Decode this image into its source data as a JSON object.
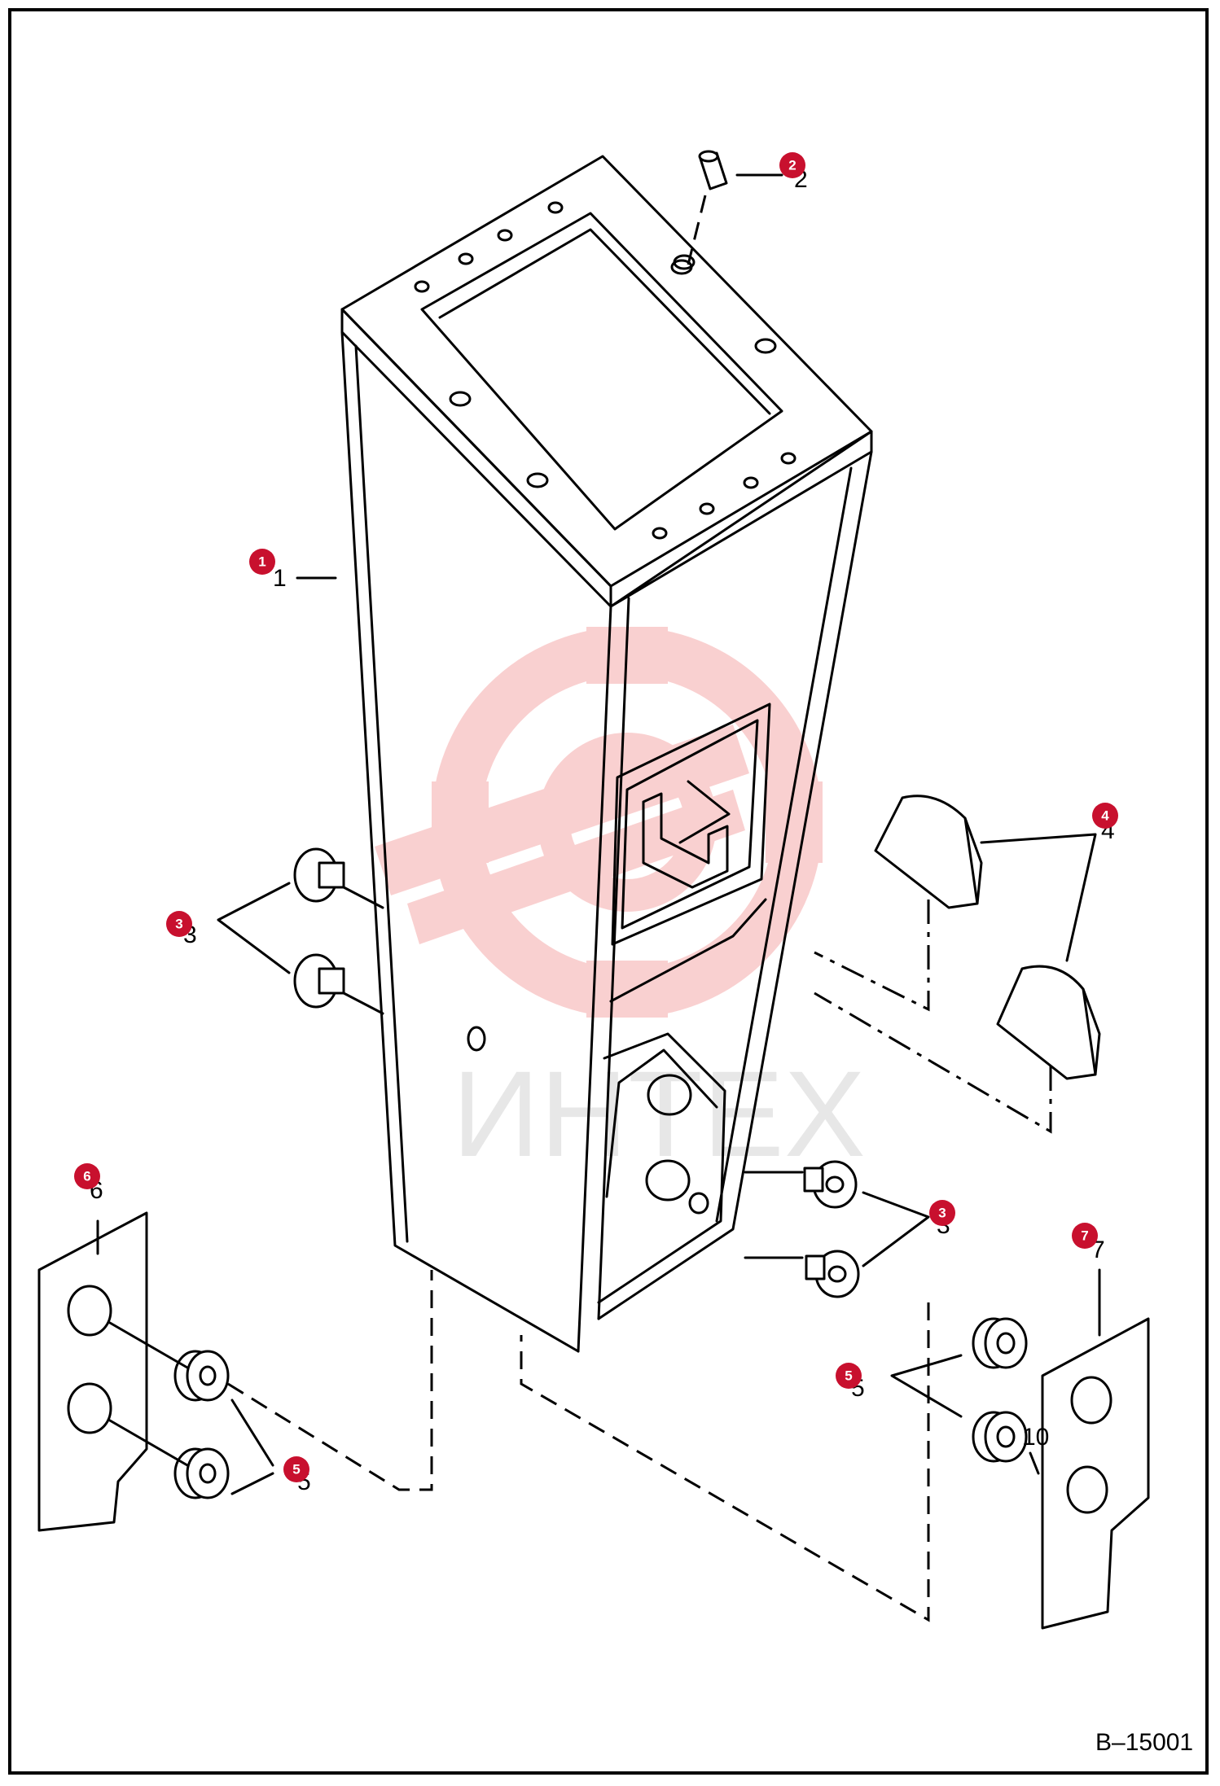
{
  "diagram": {
    "reference": "B–15001",
    "watermark": "ИНТЕХ",
    "accent_color": "#c8102e",
    "callouts": [
      {
        "id": "c1",
        "badge": "1",
        "label": "1"
      },
      {
        "id": "c2",
        "badge": "2",
        "label": "2"
      },
      {
        "id": "c3a",
        "badge": "3",
        "label": "3"
      },
      {
        "id": "c3b",
        "badge": "3",
        "label": "3"
      },
      {
        "id": "c4",
        "badge": "4",
        "label": "4"
      },
      {
        "id": "c5a",
        "badge": "5",
        "label": "5"
      },
      {
        "id": "c5b",
        "badge": "5",
        "label": "5"
      },
      {
        "id": "c6",
        "badge": "6",
        "label": "6"
      },
      {
        "id": "c7",
        "badge": "7",
        "label": "7"
      },
      {
        "id": "c10",
        "badge": "",
        "label": "10"
      }
    ]
  }
}
